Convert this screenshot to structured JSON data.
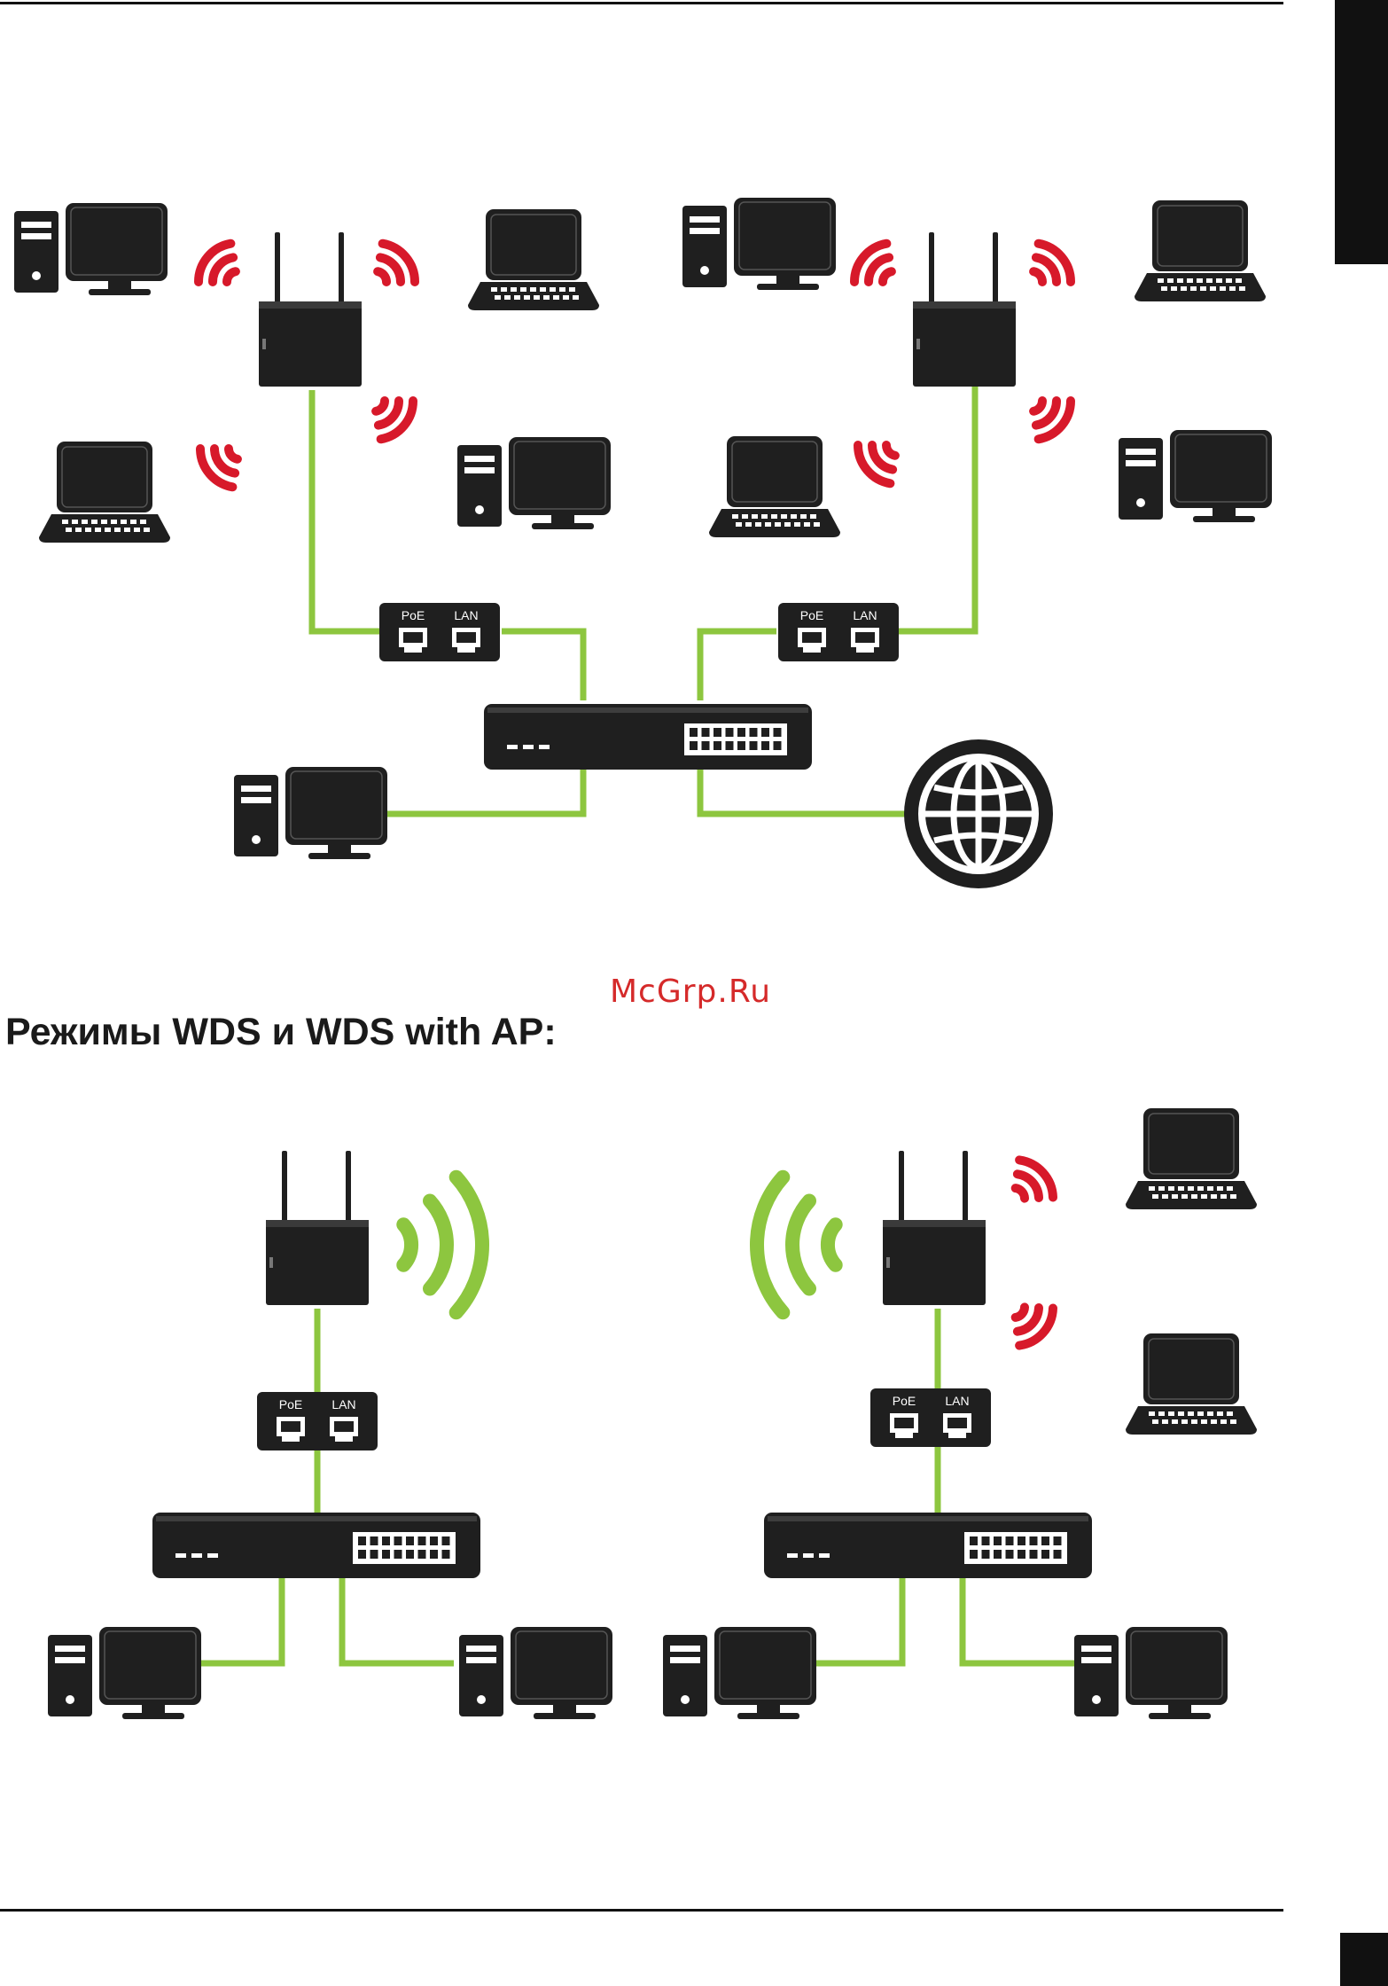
{
  "section": {
    "title": "Режимы WDS и WDS with AP:"
  },
  "watermark": {
    "text": "McGrp.Ru"
  },
  "labels": {
    "poe": "PoE",
    "lan": "LAN"
  },
  "icons": {
    "desktop": "desktop-computer-icon",
    "laptop": "laptop-icon",
    "access_point": "access-point-icon",
    "injector": "poe-injector-icon",
    "switch": "network-switch-icon",
    "internet": "globe-icon",
    "signal": "wifi-signal-icon"
  },
  "colors": {
    "cable": "#8dc63f",
    "signal_client": "#d7192a",
    "signal_wds": "#8dc63f",
    "device": "#1f1f1f",
    "ink": "#111111"
  }
}
